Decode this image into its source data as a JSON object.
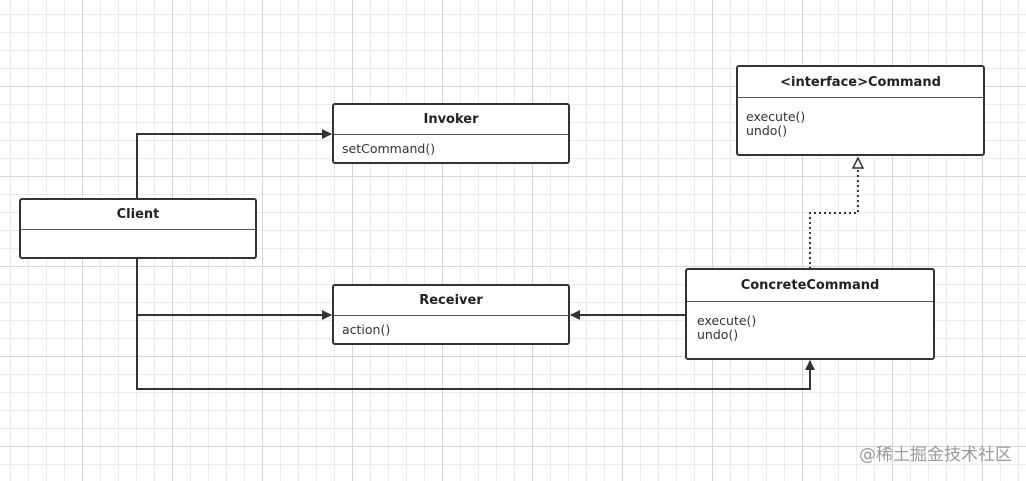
{
  "diagram": {
    "classes": {
      "command_interface": {
        "name": "<interface>Command",
        "methods": [
          "execute()",
          "undo()"
        ]
      },
      "invoker": {
        "name": "Invoker",
        "methods": [
          "setCommand()"
        ]
      },
      "client": {
        "name": "Client",
        "methods": []
      },
      "receiver": {
        "name": "Receiver",
        "methods": [
          "action()"
        ]
      },
      "concrete_command": {
        "name": "ConcreteCommand",
        "methods": [
          "execute()",
          "undo()"
        ]
      }
    },
    "relations": [
      {
        "from": "Client",
        "to": "Invoker",
        "type": "association"
      },
      {
        "from": "Client",
        "to": "Receiver",
        "type": "association"
      },
      {
        "from": "Client",
        "to": "ConcreteCommand",
        "type": "association"
      },
      {
        "from": "ConcreteCommand",
        "to": "Receiver",
        "type": "association"
      },
      {
        "from": "ConcreteCommand",
        "to": "<interface>Command",
        "type": "realization"
      }
    ]
  },
  "watermark": "@稀土掘金技术社区",
  "colors": {
    "line": "#333333",
    "box_border": "#333333",
    "grid_major": "#d4d4d4",
    "grid_minor": "#ececec"
  }
}
